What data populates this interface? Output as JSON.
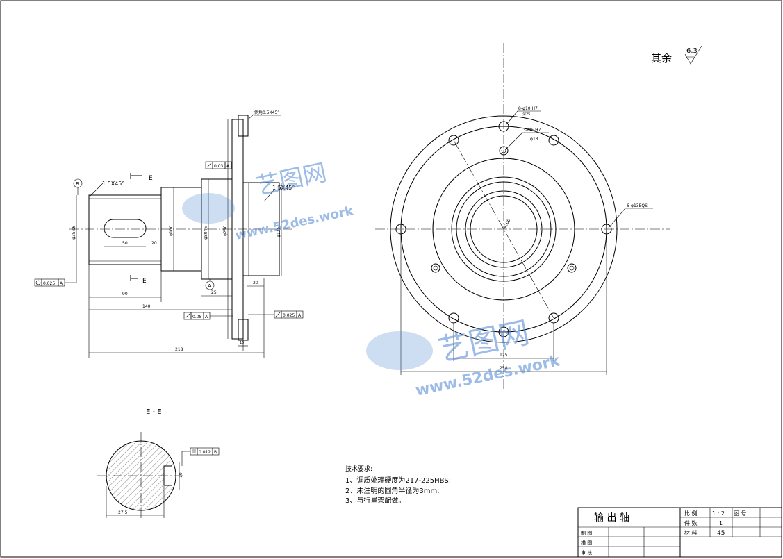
{
  "drawing": {
    "roughness_note": {
      "label": "其余",
      "value": "6.3"
    },
    "front_view": {
      "chamfer_left": "1.5X45°",
      "chamfer_mid": "1.5X45°",
      "chamfer_top": "倒角0.5X45°",
      "datum_b": "B",
      "datum_a": "A",
      "section_mark": "E",
      "tol_runout_top": {
        "value": "0.03",
        "datum": "A"
      },
      "tol_runout_bottom": {
        "value": "0.08",
        "datum": "A"
      },
      "tol_runout_right": {
        "value": "0.025",
        "datum": "A"
      },
      "tol_circularity": {
        "value": "0.025",
        "datum": "A"
      },
      "dims": {
        "keyway_len": "50",
        "keyway_off": "20",
        "d1": "90",
        "d2": "140",
        "overall": "218",
        "small1": "25",
        "small2": "20",
        "small3": "10",
        "dia_shaft": "φ35js6",
        "dia_mid": "φ100",
        "dia_bearing": "φ80h6",
        "dia_135": "φ135",
        "dia_flange": "φ250"
      }
    },
    "side_view": {
      "callout1": "8-φ10 H7",
      "callout1b": "深25",
      "callout2": "3-M6-H7",
      "callout3": "φ13",
      "callout4": "6-φ13EQS",
      "dim_inner": "φ200",
      "dim_125": "125",
      "dim_254": "254"
    },
    "section_view": {
      "title": "E - E",
      "tol_parallel": {
        "value": "0.012",
        "datum": "B"
      },
      "dim_width": "27.5",
      "dim_key": "10"
    },
    "tech_requirements": {
      "title": "技术要求:",
      "items": [
        "1、调质处理硬度为217-225HBS;",
        "2、未注明的圆角半径为3mm;",
        "3、与行星架配做。"
      ]
    },
    "title_block": {
      "name": "输 出 轴",
      "scale_label": "比  例",
      "scale_value": "1 : 2",
      "drawing_no_label": "图  号",
      "qty_label": "件  数",
      "qty_value": "1",
      "material_label": "材  料",
      "material_value": "45",
      "row_drawn": "制  图",
      "row_check": "描  图",
      "row_review": "审  核"
    },
    "watermark": {
      "brand": "艺图网",
      "url": "www.52des.work"
    }
  }
}
